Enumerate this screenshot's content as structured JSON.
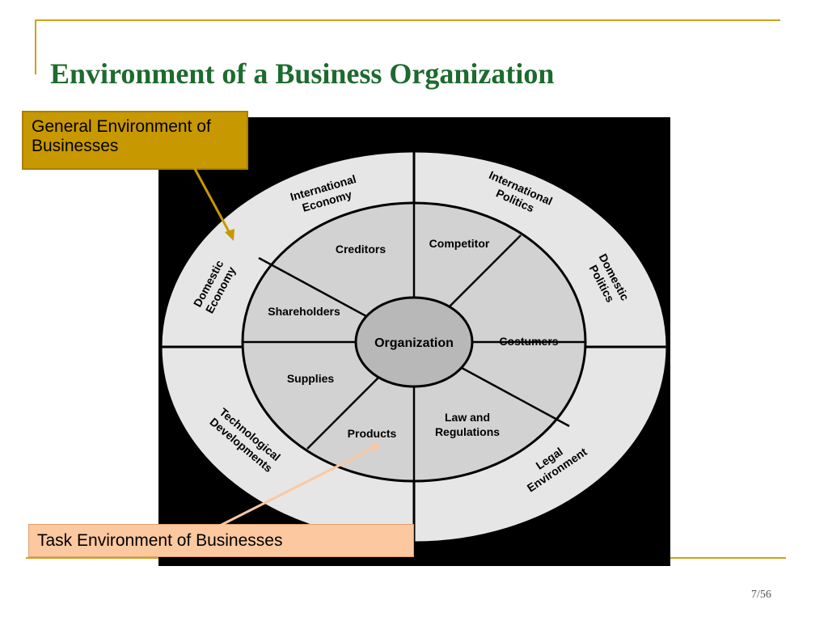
{
  "slide": {
    "title": "Environment of a Business Organization",
    "page_number": "7/56"
  },
  "callouts": {
    "general": "General Environment of Businesses",
    "task": "Task Environment of Businesses"
  },
  "diagram": {
    "center": "Organization",
    "task": {
      "creditors": "Creditors",
      "competitor": "Competitor",
      "shareholders": "Shareholders",
      "costumers": "Costumers",
      "supplies": "Supplies",
      "products": "Products",
      "law_line1": "Law and",
      "law_line2": "Regulations"
    },
    "general": {
      "intl_economy_line1": "International",
      "intl_economy_line2": "Economy",
      "intl_politics_line1": "International",
      "intl_politics_line2": "Politics",
      "domestic_economy_line1": "Domestic",
      "domestic_economy_line2": "Economy",
      "domestic_politics_line1": "Domestic",
      "domestic_politics_line2": "Politics",
      "tech_line1": "Technological",
      "tech_line2": "Developments",
      "legal_line1": "Legal",
      "legal_line2": "Environment"
    }
  },
  "colors": {
    "title": "#1d6b2e",
    "rule": "#d4a017",
    "general_callout": "#c89800",
    "task_callout": "#fbc8a0",
    "outer_ring": "#e6e6e6",
    "inner_ring": "#d2d2d2",
    "center": "#b8b8b8"
  }
}
